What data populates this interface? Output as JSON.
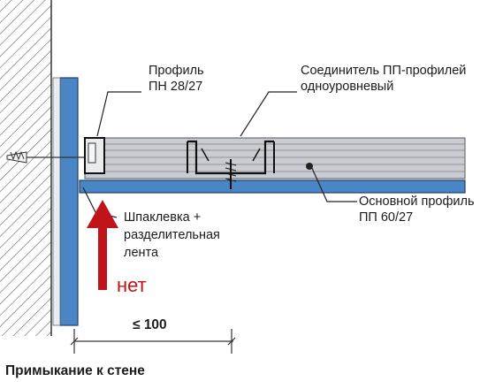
{
  "labels": {
    "profile_pn_line1": "Профиль",
    "profile_pn_line2": "ПН 28/27",
    "connector_line1": "Соединитель ПП-профилей",
    "connector_line2": "одноуровневый",
    "putty_line1": "Шпаклевка +",
    "putty_line2": "разделительная",
    "putty_line3": "лента",
    "main_profile_line1": "Основной профиль",
    "main_profile_line2": "ПП 60/27",
    "negation": "нет",
    "dimension": "≤ 100",
    "caption": "Примыкание к стене"
  },
  "colors": {
    "profile_blue": "#4a86c6",
    "arrow_red": "#c0141b",
    "profile_gray": "#c9cdd2",
    "outline": "#222222"
  },
  "icons": {
    "wall": "hatched-wall",
    "fastener": "dowel-screw-icon",
    "screw": "screw-icon",
    "arrow": "up-arrow-icon"
  }
}
